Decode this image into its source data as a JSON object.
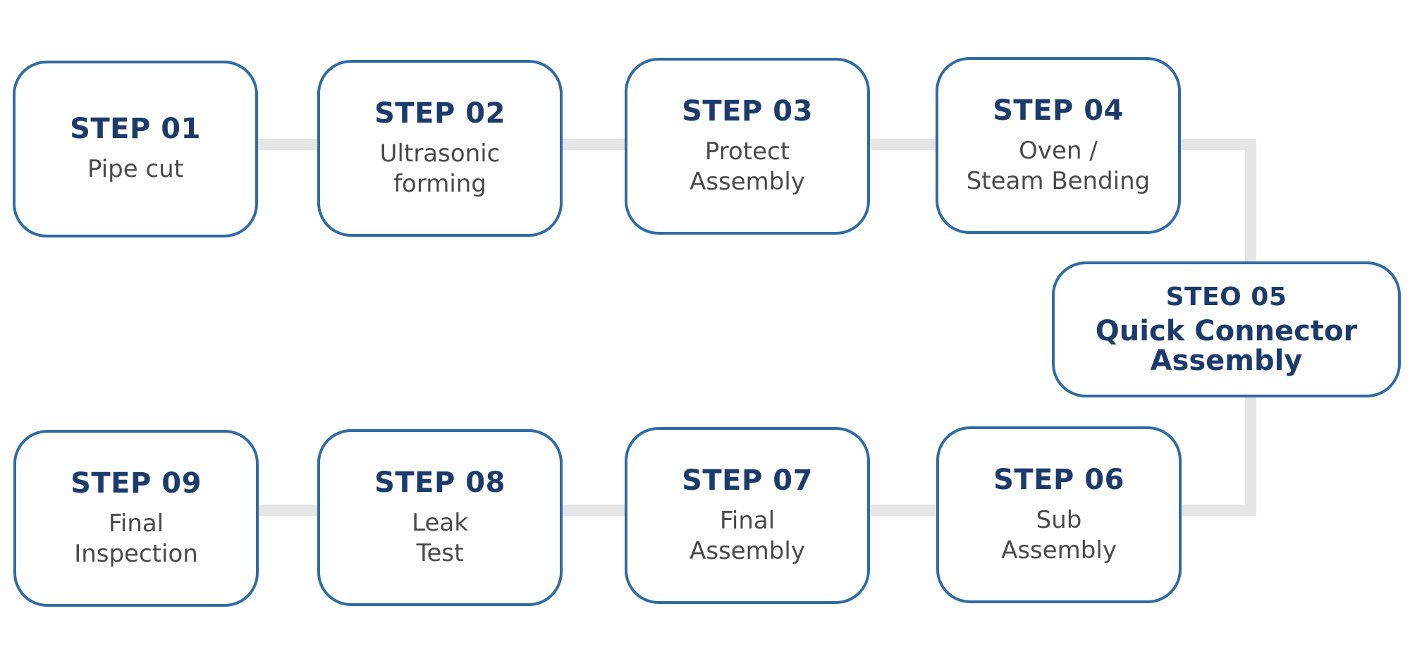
{
  "diagram": {
    "steps": [
      {
        "id": "01",
        "title": "STEP 01",
        "label": "Pipe cut"
      },
      {
        "id": "02",
        "title": "STEP 02",
        "label": "Ultrasonic\nforming"
      },
      {
        "id": "03",
        "title": "STEP 03",
        "label": "Protect\nAssembly"
      },
      {
        "id": "04",
        "title": "STEP 04",
        "label": "Oven /\nSteam Bending"
      },
      {
        "id": "05",
        "title": "STEO 05",
        "label": "Quick Connector\nAssembly"
      },
      {
        "id": "06",
        "title": "STEP 06",
        "label": "Sub\nAssembly"
      },
      {
        "id": "07",
        "title": "STEP 07",
        "label": "Final\nAssembly"
      },
      {
        "id": "08",
        "title": "STEP 08",
        "label": "Leak\nTest"
      },
      {
        "id": "09",
        "title": "STEP 09",
        "label": "Final\nInspection"
      }
    ],
    "colors": {
      "box_border": "#2f6ba4",
      "title_text": "#1c3b6c",
      "label_text": "#4a4a4a",
      "connector": "#e6e6e6"
    }
  }
}
